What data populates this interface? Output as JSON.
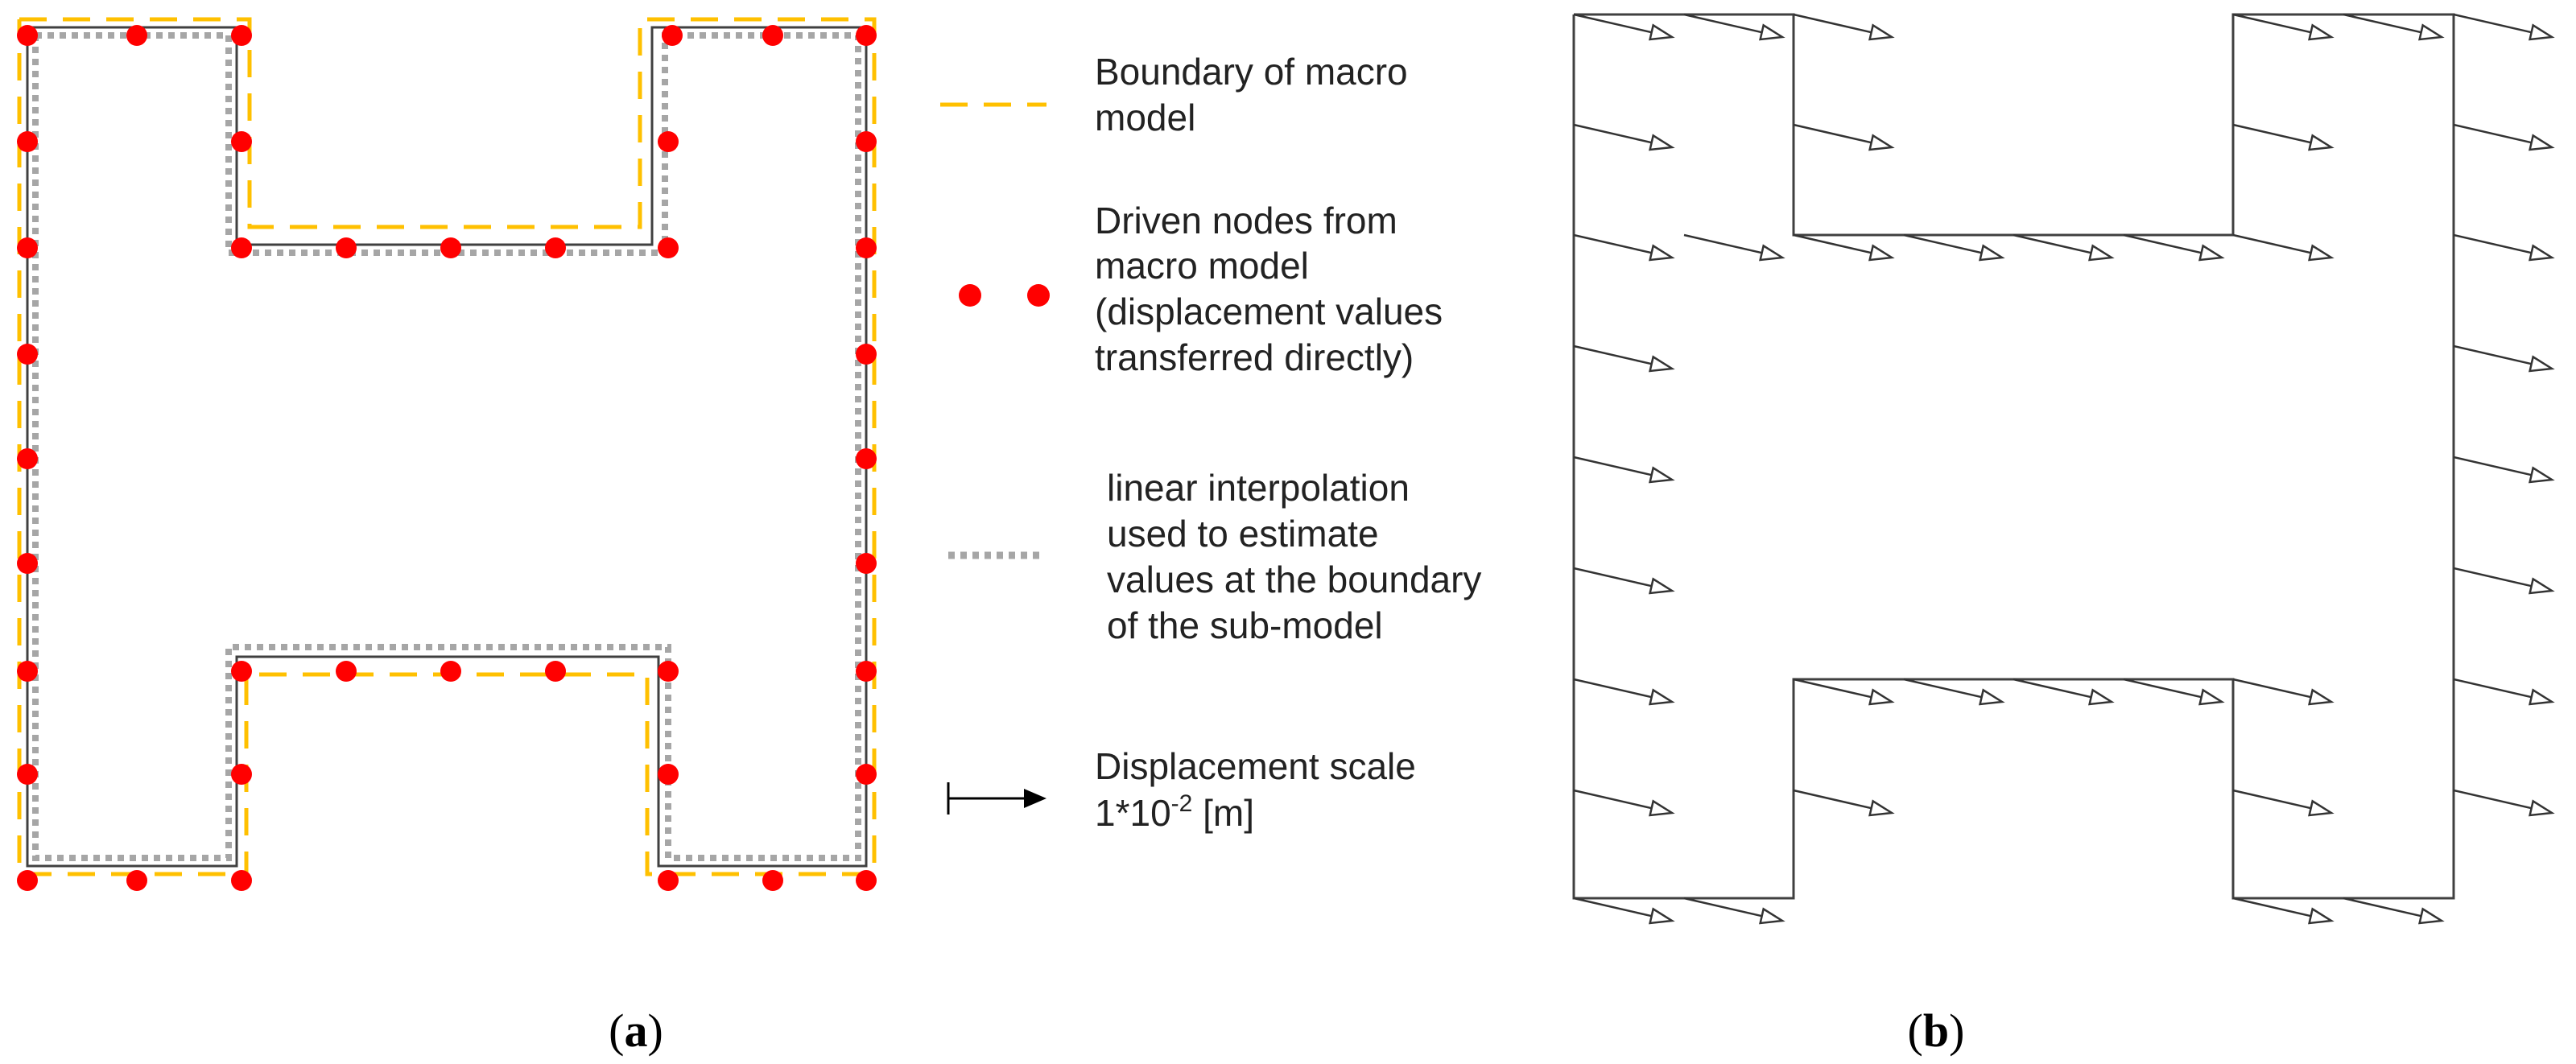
{
  "panels": {
    "a": {
      "caption_open": "(",
      "caption_letter": "a",
      "caption_close": ")"
    },
    "b": {
      "caption_open": "(",
      "caption_letter": "b",
      "caption_close": ")"
    }
  },
  "legend": {
    "boundary": {
      "lines": [
        "Boundary of macro",
        "model"
      ],
      "color": "#FFC000"
    },
    "driven_nodes": {
      "lines": [
        "Driven nodes from",
        "macro model",
        "(displacement values",
        "transferred directly)"
      ],
      "color": "#FF0000"
    },
    "interpolation": {
      "lines": [
        "linear interpolation",
        "used to estimate",
        "values at the boundary",
        "of the sub-model"
      ],
      "color": "#A6A6A6"
    },
    "scale": {
      "line1": "Displacement scale",
      "line2_pre": "1*10",
      "line2_sup": "-2",
      "line2_post": " [m]"
    }
  },
  "colors": {
    "outline": "#404040",
    "text": "#222222",
    "arrow_fill": "#ffffff"
  }
}
